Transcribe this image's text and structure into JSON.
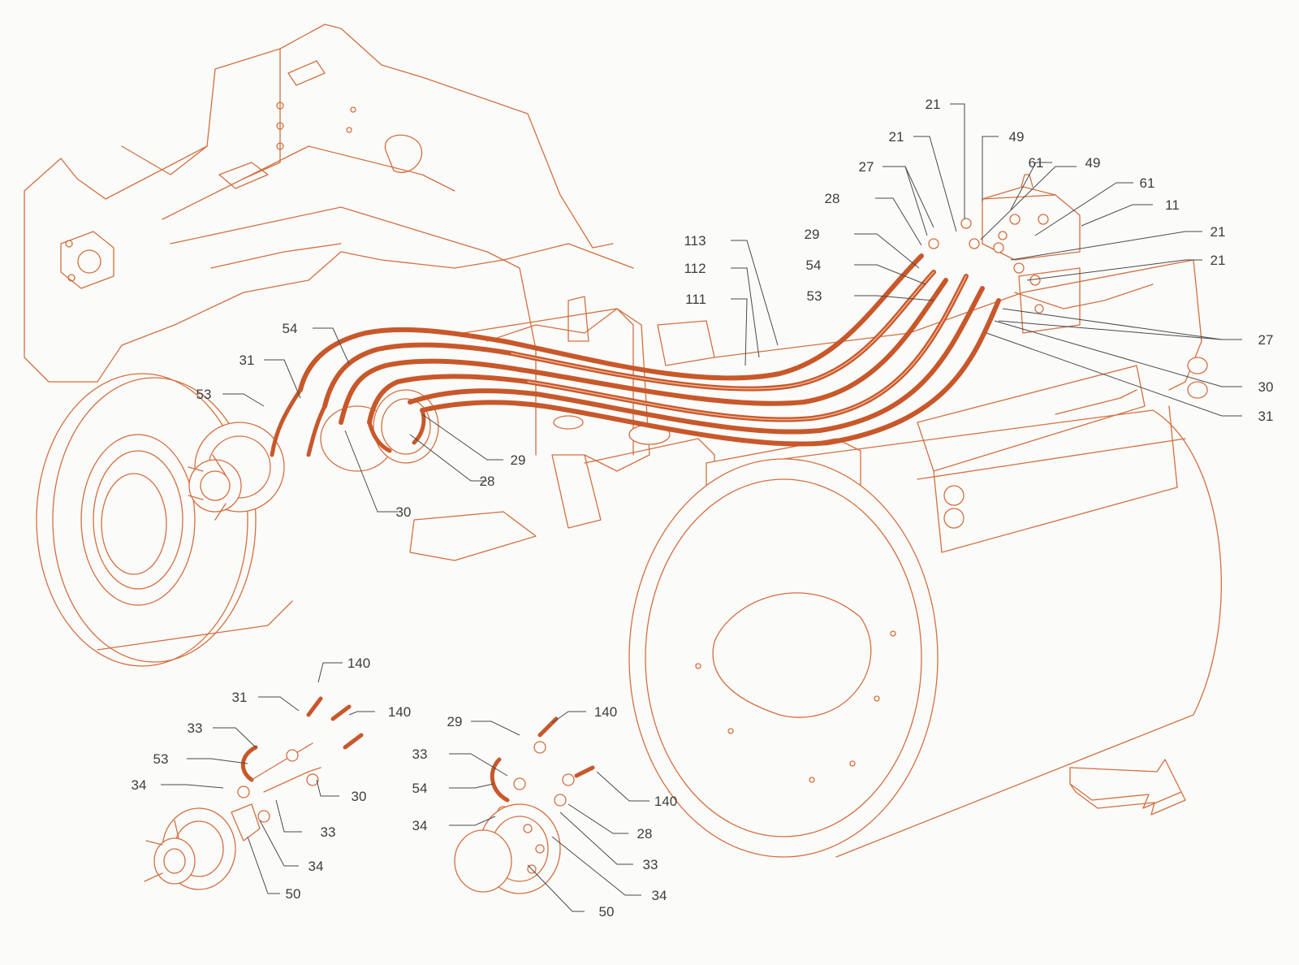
{
  "colors": {
    "line_art": "#d2703f",
    "hose": "#c8582a",
    "label_text": "#3d3d3d",
    "leader_line": "#4a4a4a",
    "background": "#fbfbfa"
  },
  "diagram": {
    "callouts": {
      "c1": "21",
      "c2": "21",
      "c3": "49",
      "c4": "27",
      "c5": "61",
      "c6": "49",
      "c7": "28",
      "c8": "61",
      "c9": "11",
      "c10": "29",
      "c11": "21",
      "c12": "113",
      "c13": "54",
      "c14": "21",
      "c15": "112",
      "c16": "53",
      "c17": "111",
      "c18": "27",
      "c19": "54",
      "c20": "30",
      "c21": "31",
      "c22": "31",
      "c23": "53",
      "c24": "29",
      "c25": "28",
      "c26": "30"
    },
    "detail_left": {
      "d1": "140",
      "d2": "31",
      "d3": "140",
      "d4": "33",
      "d5": "53",
      "d6": "30",
      "d7": "34",
      "d8": "33",
      "d9": "34",
      "d10": "50"
    },
    "detail_right": {
      "e1": "140",
      "e2": "29",
      "e3": "33",
      "e4": "54",
      "e5": "140",
      "e6": "34",
      "e7": "28",
      "e8": "33",
      "e9": "34",
      "e10": "50"
    },
    "direction_arrow": "arrow-icon"
  }
}
